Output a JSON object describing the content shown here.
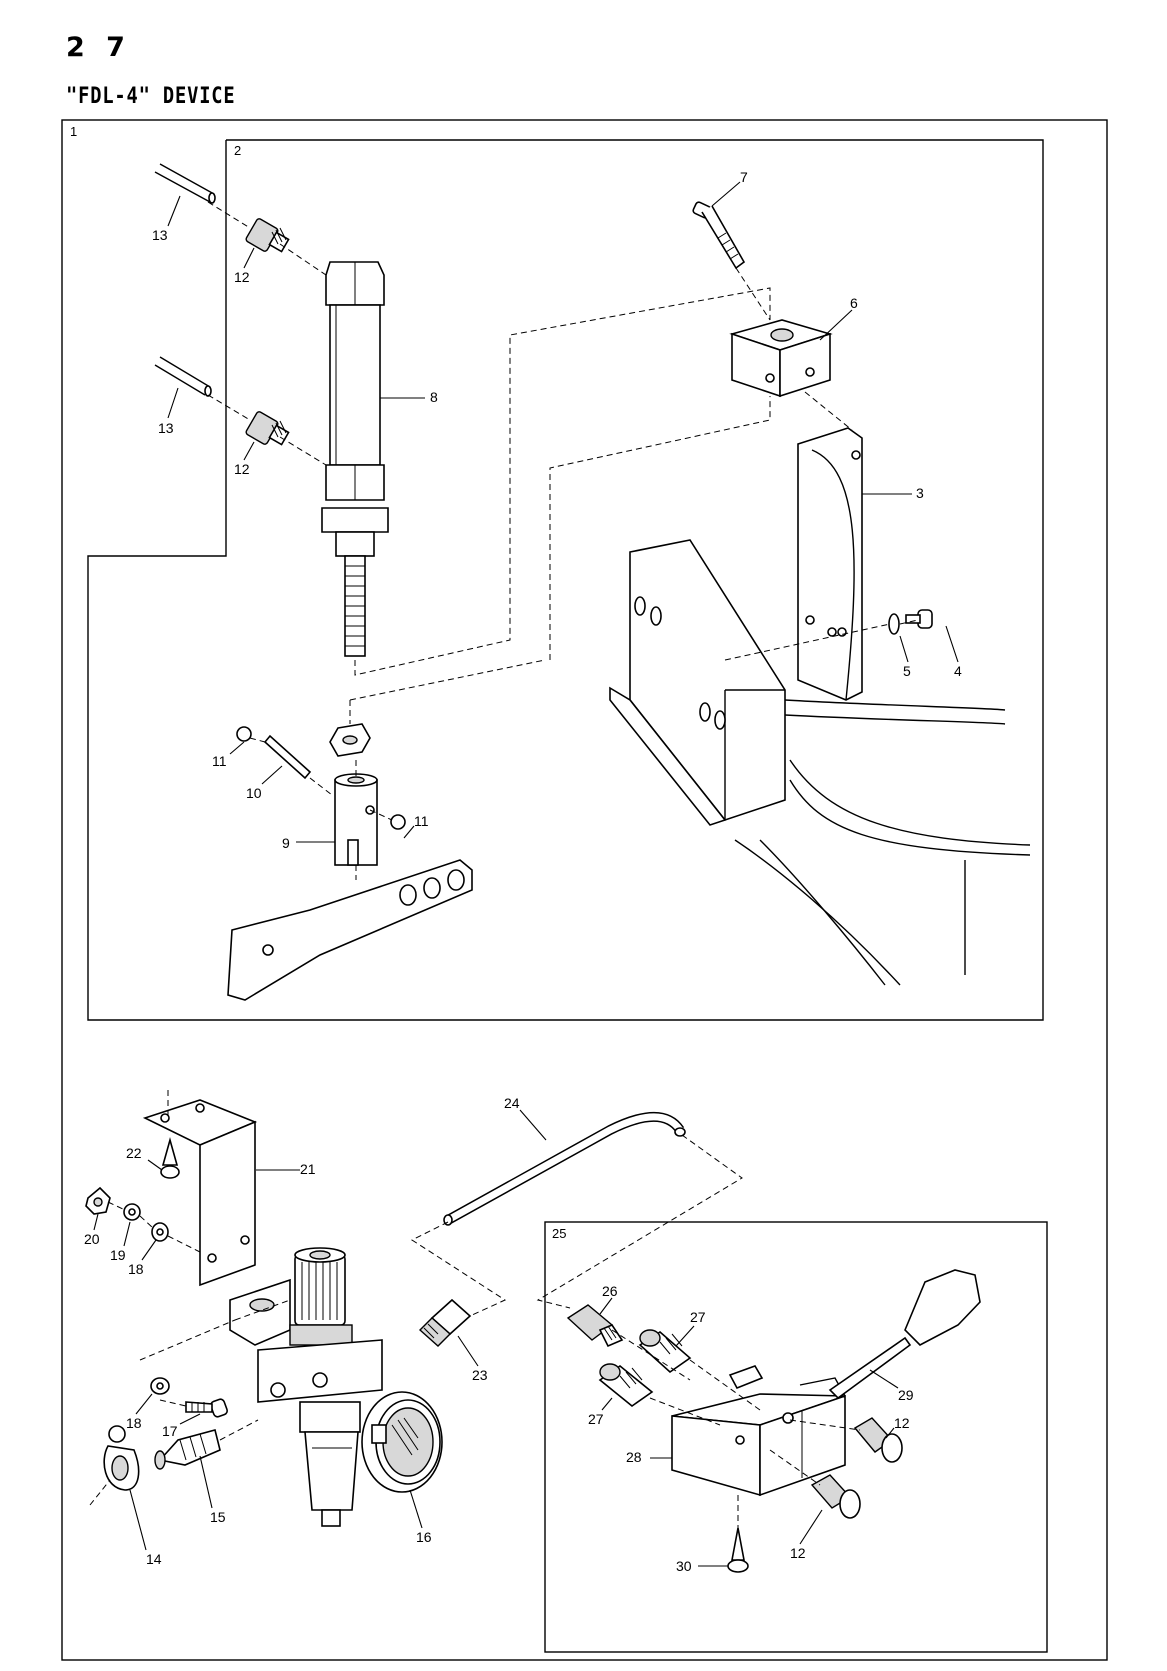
{
  "page": {
    "number": "2 7",
    "title": "\"FDL-4\" DEVICE"
  },
  "frames": {
    "outer": "1",
    "upper": "2",
    "lower_right": "25"
  },
  "callouts": [
    {
      "id": "c13a",
      "text": "13"
    },
    {
      "id": "c12a",
      "text": "12"
    },
    {
      "id": "c13b",
      "text": "13"
    },
    {
      "id": "c12b",
      "text": "12"
    },
    {
      "id": "c8",
      "text": "8"
    },
    {
      "id": "c7",
      "text": "7"
    },
    {
      "id": "c6",
      "text": "6"
    },
    {
      "id": "c3",
      "text": "3"
    },
    {
      "id": "c5",
      "text": "5"
    },
    {
      "id": "c4",
      "text": "4"
    },
    {
      "id": "c11a",
      "text": "11"
    },
    {
      "id": "c10",
      "text": "10"
    },
    {
      "id": "c11b",
      "text": "11"
    },
    {
      "id": "c9",
      "text": "9"
    },
    {
      "id": "c24",
      "text": "24"
    },
    {
      "id": "c22",
      "text": "22"
    },
    {
      "id": "c21",
      "text": "21"
    },
    {
      "id": "c20",
      "text": "20"
    },
    {
      "id": "c19",
      "text": "19"
    },
    {
      "id": "c18a",
      "text": "18"
    },
    {
      "id": "c25",
      "text": "25"
    },
    {
      "id": "c26",
      "text": "26"
    },
    {
      "id": "c27a",
      "text": "27"
    },
    {
      "id": "c23",
      "text": "23"
    },
    {
      "id": "c27b",
      "text": "27"
    },
    {
      "id": "c29",
      "text": "29"
    },
    {
      "id": "c18b",
      "text": "18"
    },
    {
      "id": "c17",
      "text": "17"
    },
    {
      "id": "c12c",
      "text": "12"
    },
    {
      "id": "c28",
      "text": "28"
    },
    {
      "id": "c15",
      "text": "15"
    },
    {
      "id": "c16",
      "text": "16"
    },
    {
      "id": "c12d",
      "text": "12"
    },
    {
      "id": "c14",
      "text": "14"
    },
    {
      "id": "c30",
      "text": "30"
    }
  ]
}
